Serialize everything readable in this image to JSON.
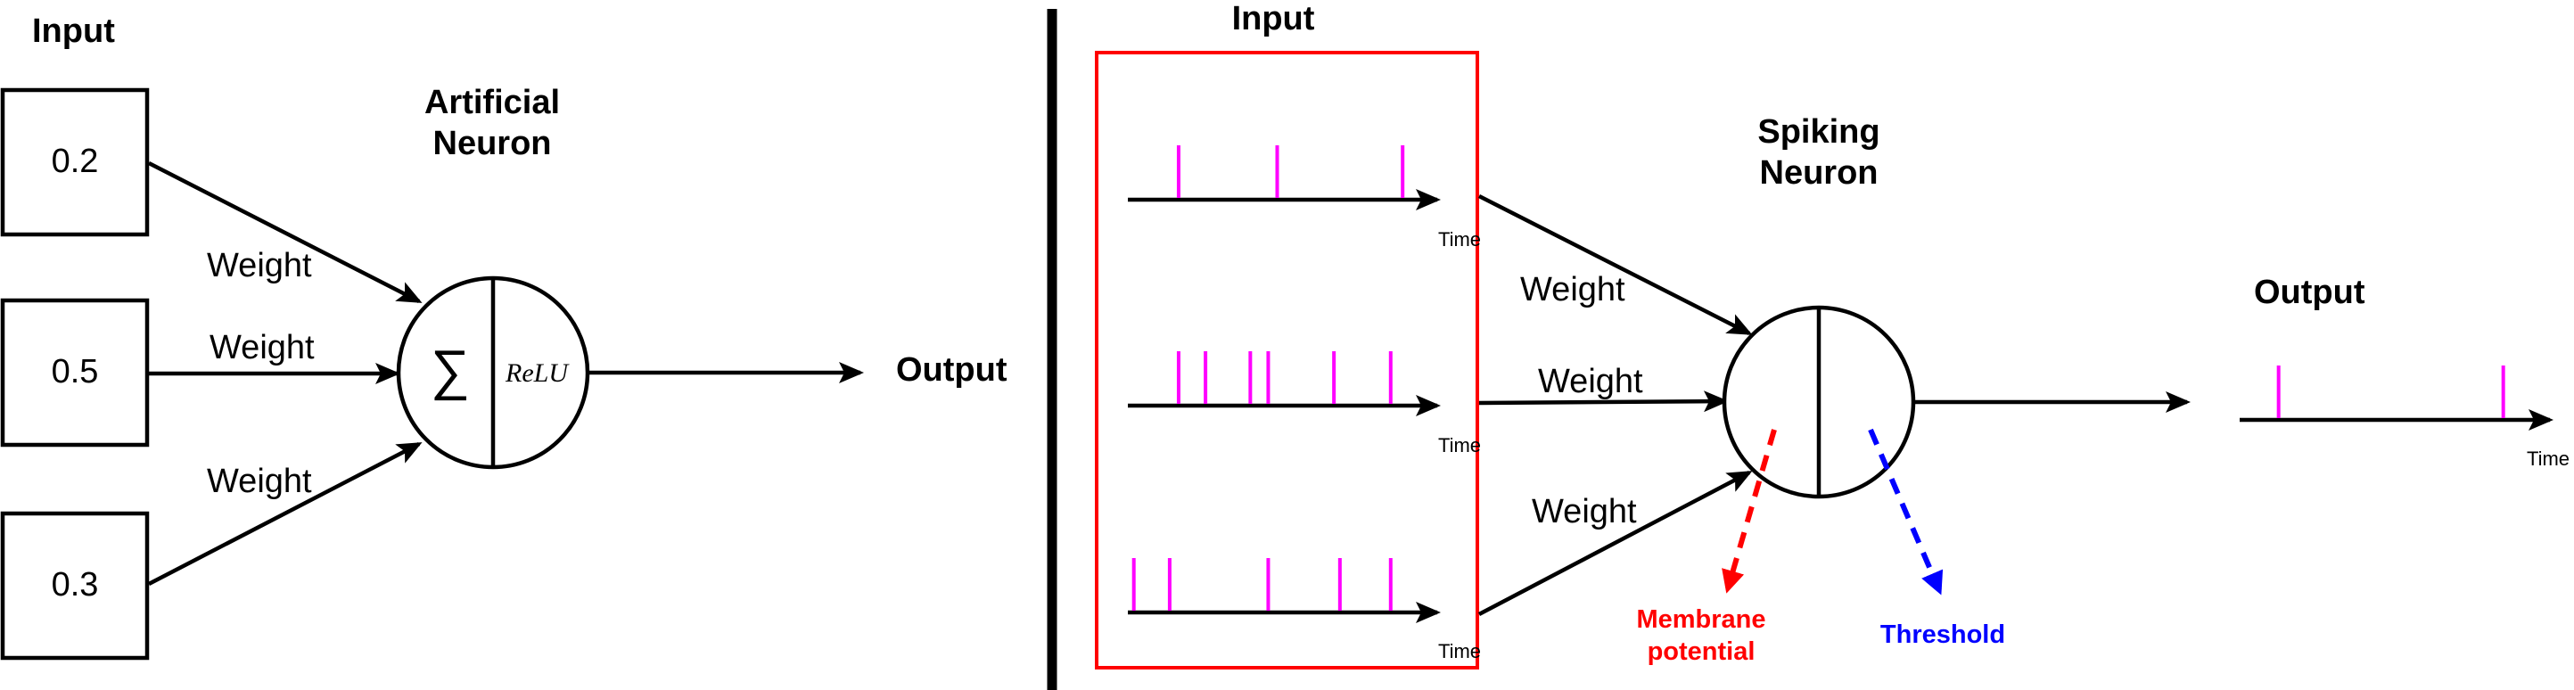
{
  "ann": {
    "input_label": "Input",
    "inputs": [
      "0.2",
      "0.5",
      "0.3"
    ],
    "weights": [
      "Weight",
      "Weight",
      "Weight"
    ],
    "neuron_title": [
      "Artificial",
      "Neuron"
    ],
    "sum_symbol": "∑",
    "activation": "ReLU",
    "output_label": "Output"
  },
  "snn": {
    "input_label": "Input",
    "neuron_title": [
      "Spiking",
      "Neuron"
    ],
    "time_label": "Time",
    "weights": [
      "Weight",
      "Weight",
      "Weight"
    ],
    "membrane_label": [
      "Membrane",
      "potential"
    ],
    "threshold_label": "Threshold",
    "output_label": "Output",
    "spike_trains": [
      [
        0.17,
        0.5,
        0.92
      ],
      [
        0.17,
        0.26,
        0.41,
        0.47,
        0.69,
        0.88
      ],
      [
        0.02,
        0.14,
        0.47,
        0.71,
        0.88
      ]
    ],
    "output_spikes": [
      0.13,
      0.88
    ]
  },
  "colors": {
    "spike": "#ff00ff",
    "input_box": "#ff0000",
    "membrane_arrow": "#ff0000",
    "threshold_arrow": "#0000ff"
  }
}
